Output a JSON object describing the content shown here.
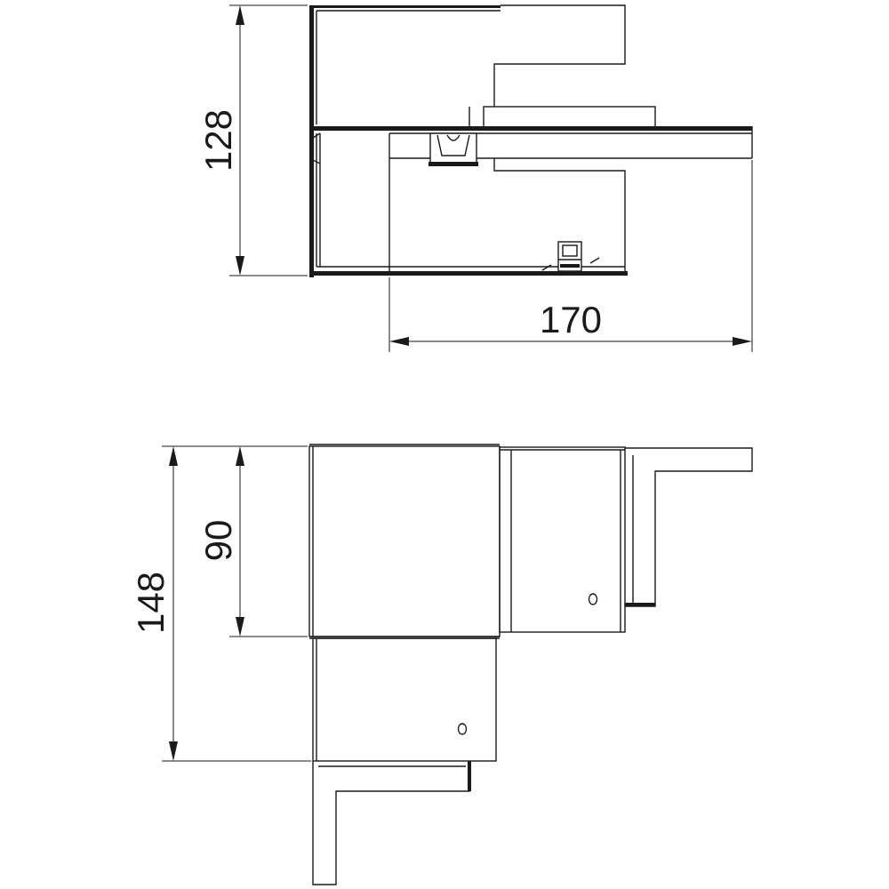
{
  "dimensions": {
    "front_height": "128",
    "front_width": "170",
    "top_inner_height": "90",
    "top_outer_height": "148"
  }
}
